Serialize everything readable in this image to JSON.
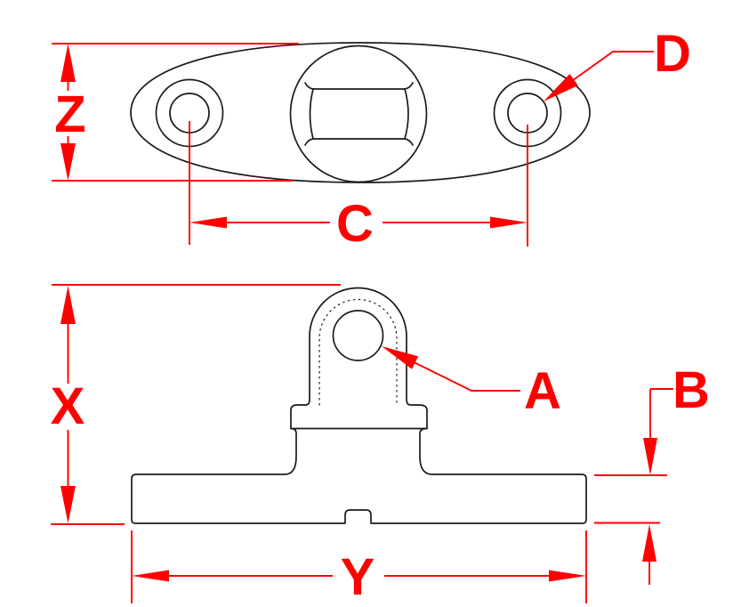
{
  "drawing": {
    "background": "#ffffff",
    "colors": {
      "part_line": "#1a1a1a",
      "dimension": "#ff0000"
    },
    "labels": {
      "Z": "Z",
      "C": "C",
      "D": "D",
      "X": "X",
      "Y": "Y",
      "A": "A",
      "B": "B"
    }
  }
}
